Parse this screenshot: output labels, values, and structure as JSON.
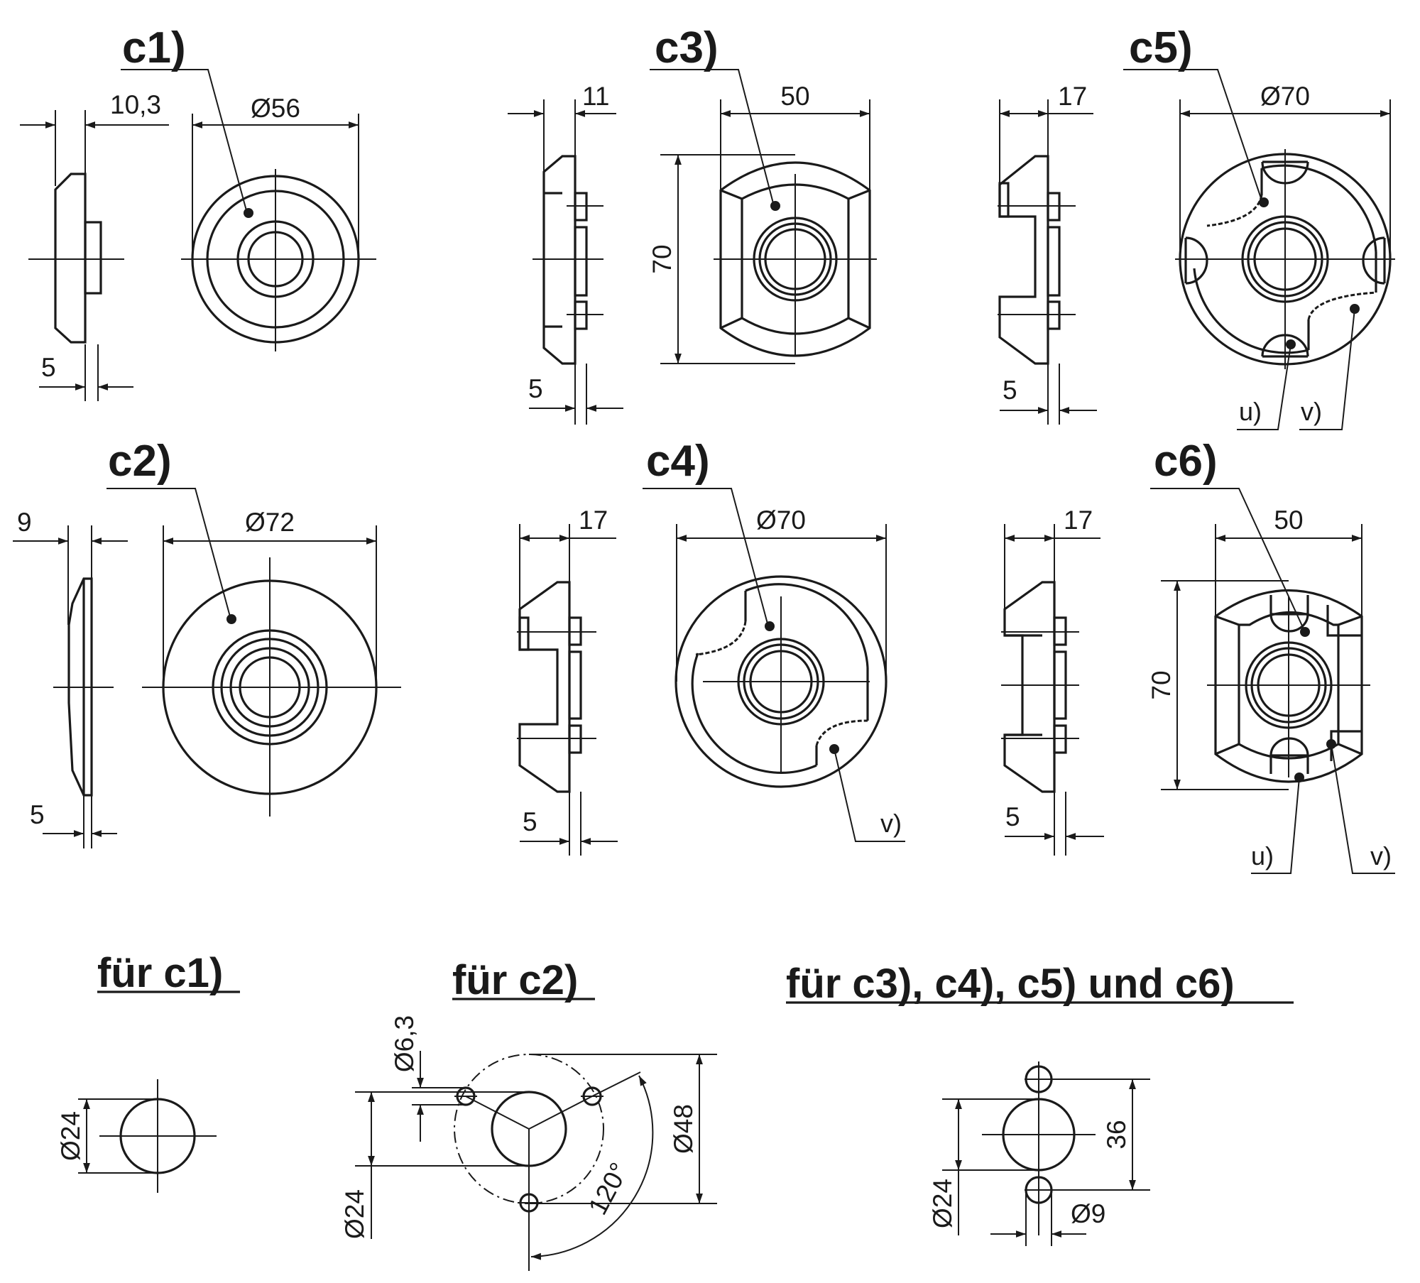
{
  "parts": {
    "c1": {
      "label": "c1)",
      "dims": {
        "thick": "10,3",
        "dia": "Ø56",
        "bottom": "5"
      }
    },
    "c2": {
      "label": "c2)",
      "dims": {
        "thick": "9",
        "dia": "Ø72",
        "bottom": "5"
      }
    },
    "c3": {
      "label": "c3)",
      "dims": {
        "thick": "11",
        "width": "50",
        "height": "70",
        "bottom": "5"
      }
    },
    "c4": {
      "label": "c4)",
      "dims": {
        "thick": "17",
        "dia": "Ø70",
        "bottom": "5"
      },
      "callouts": {
        "v": "v)"
      }
    },
    "c5": {
      "label": "c5)",
      "dims": {
        "thick": "17",
        "dia": "Ø70",
        "bottom": "5"
      },
      "callouts": {
        "u": "u)",
        "v": "v)"
      }
    },
    "c6": {
      "label": "c6)",
      "dims": {
        "thick": "17",
        "width": "50",
        "height": "70",
        "bottom": "5"
      },
      "callouts": {
        "u": "u)",
        "v": "v)"
      }
    }
  },
  "holes": {
    "c1": {
      "title": "für c1)",
      "dia": "Ø24"
    },
    "c2": {
      "title": "für c2)",
      "small_dia": "Ø6,3",
      "dia": "Ø24",
      "pcd": "Ø48",
      "angle": "120°"
    },
    "c3456": {
      "title": "für c3), c4), c5) und c6)",
      "dia": "Ø24",
      "spacing": "36",
      "small_dia": "Ø9"
    }
  }
}
